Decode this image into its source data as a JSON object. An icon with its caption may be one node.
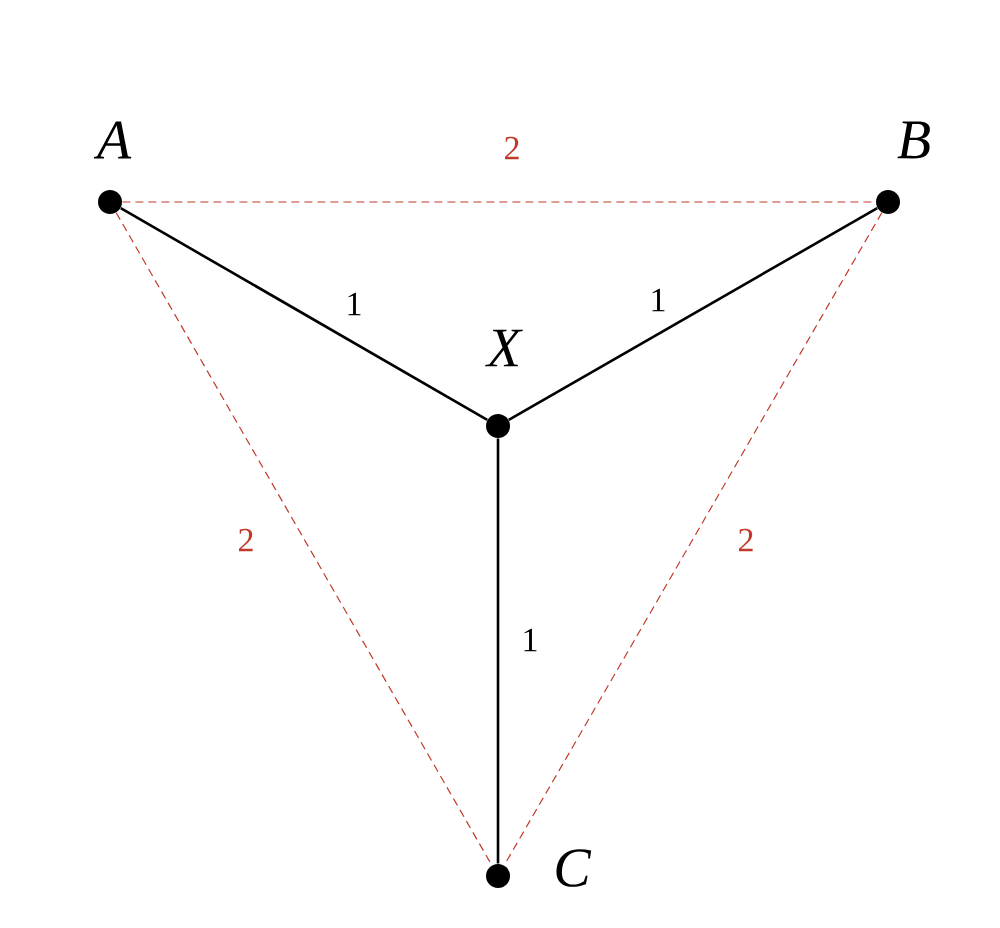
{
  "diagram": {
    "nodes": [
      {
        "text": [],
        "shape": "circle",
        "beside": [
          "A"
        ]
      },
      {
        "text": [],
        "shape": "circle",
        "beside": [
          "B"
        ]
      },
      {
        "text": [],
        "shape": "circle",
        "beside": [
          "X"
        ]
      },
      {
        "text": [],
        "shape": "circle",
        "beside": [
          "C"
        ]
      }
    ],
    "edges": [
      {
        "from": 0,
        "to": 2,
        "arrow": "none",
        "label": "1"
      },
      {
        "from": 1,
        "to": 2,
        "arrow": "none",
        "label": "1"
      },
      {
        "from": 2,
        "to": 3,
        "arrow": "none",
        "label": "1"
      },
      {
        "from": 0,
        "to": 1,
        "arrow": "none",
        "label": "2",
        "style": "dashed",
        "color": "#c0392b"
      },
      {
        "from": 0,
        "to": 3,
        "arrow": "none",
        "label": "2",
        "style": "dashed",
        "color": "#c0392b"
      },
      {
        "from": 1,
        "to": 3,
        "arrow": "none",
        "label": "2",
        "style": "dashed",
        "color": "#c0392b"
      }
    ]
  }
}
